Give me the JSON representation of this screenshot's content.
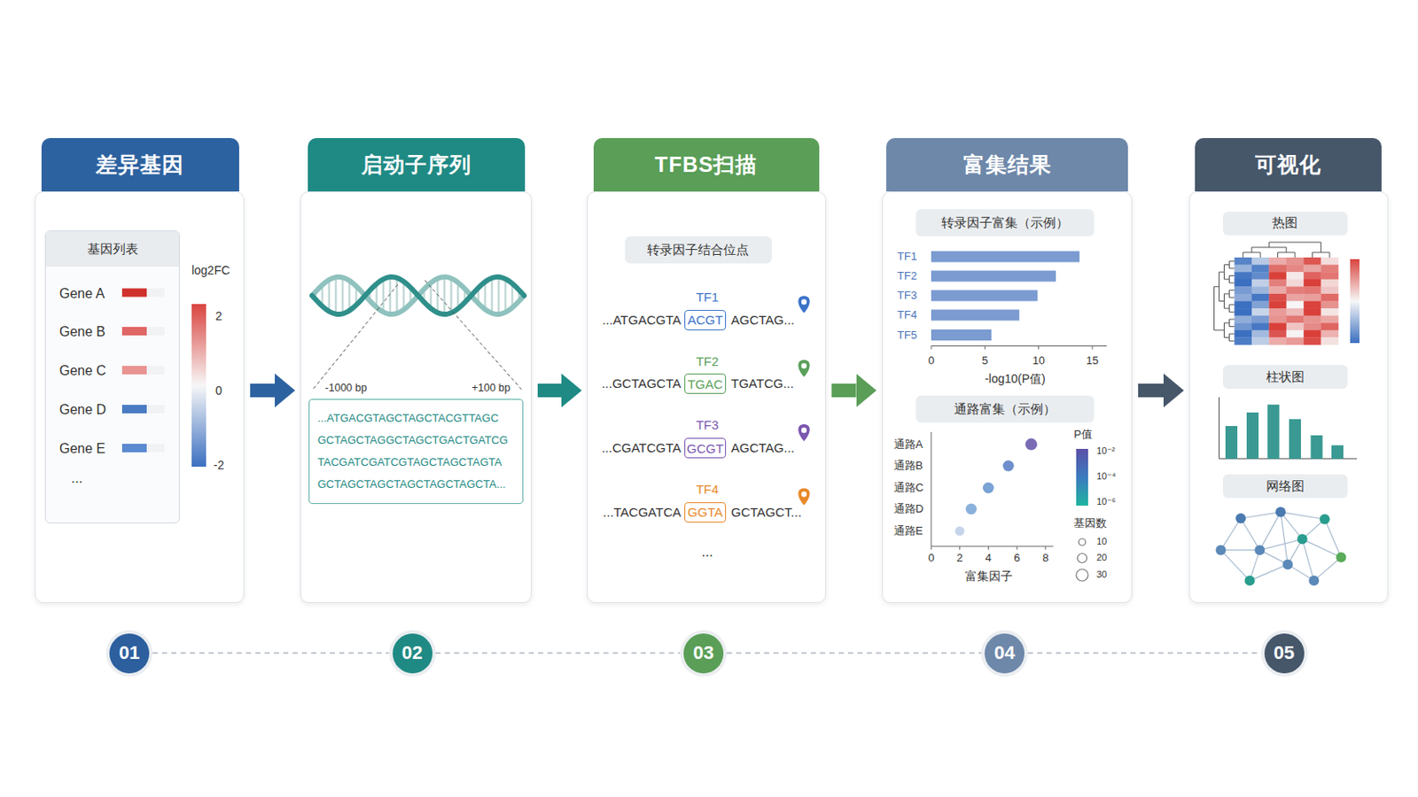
{
  "diagram": {
    "nodes": [
      {
        "text": [
          "差异基因"
        ]
      },
      {
        "text": [
          "基因列表",
          "Gene A",
          "Gene B",
          "Gene C",
          "Gene D",
          "Gene E",
          "..."
        ],
        "in": 0
      },
      {
        "text": [
          "启动子序列"
        ]
      },
      {
        "text": [
          "...ATGACGTAGCTAGCTACGTTAGC GCTAGCTAGGCTAGCTGACTGATCG TACGATCGATCGTAGCTAGCTAGTA GCTAGCTAGCTAGCTAGCTAGCTA..."
        ],
        "in": 2
      },
      {
        "text": [
          "TFBS扫描"
        ]
      },
      {
        "text": [
          "转录因子结合位点"
        ],
        "in": 4
      },
      {
        "text": [
          "ACGT"
        ],
        "in": 4
      },
      {
        "text": [
          "TGAC"
        ],
        "in": 4
      },
      {
        "text": [
          "GCGT"
        ],
        "in": 4
      },
      {
        "text": [
          "GGTA"
        ],
        "in": 4
      },
      {
        "text": [
          "富集结果"
        ]
      },
      {
        "text": [
          "转录因子富集（示例）"
        ],
        "in": 10
      },
      {
        "text": [
          "通路富集（示例）"
        ],
        "in": 10
      },
      {
        "text": [
          "可视化"
        ]
      },
      {
        "text": [
          "热图"
        ],
        "in": 13
      },
      {
        "text": [
          "柱状图"
        ],
        "in": 13
      },
      {
        "text": [
          "网络图"
        ],
        "in": 13
      },
      {
        "text": [
          "01"
        ]
      },
      {
        "text": [
          "02"
        ]
      },
      {
        "text": [
          "03"
        ]
      },
      {
        "text": [
          "04"
        ]
      },
      {
        "text": [
          "05"
        ]
      }
    ],
    "edges": [
      {
        "from": 0,
        "to": 2,
        "arrow": "to"
      },
      {
        "from": 2,
        "to": 4,
        "arrow": "to"
      },
      {
        "from": 4,
        "to": 10,
        "arrow": "to"
      },
      {
        "from": 10,
        "to": 13,
        "arrow": "to"
      },
      {
        "from": 17,
        "to": 18,
        "arrow": "none"
      },
      {
        "from": 18,
        "to": 19,
        "arrow": "none"
      },
      {
        "from": 19,
        "to": 20,
        "arrow": "none"
      },
      {
        "from": 20,
        "to": 21,
        "arrow": "none"
      }
    ],
    "labels": [
      "log2FC",
      "2",
      "0",
      "-2",
      "-1000 bp",
      "+100 bp",
      "TF1",
      "...ATGACGTA",
      "AGCTAG...",
      "TF2",
      "...GCTAGCTA",
      "TGATCG...",
      "TF3",
      "...CGATCGTA",
      "AGCTAG...",
      "TF4",
      "...TACGATCA",
      "GCTAGCT...",
      "...",
      "TF1",
      "TF2",
      "TF3",
      "TF4",
      "TF5",
      "0",
      "5",
      "10",
      "15",
      "-log10(P值)",
      "通路A",
      "通路B",
      "通路C",
      "通路D",
      "通路E",
      "0",
      "2",
      "4",
      "6",
      "8",
      "富集因子",
      "P值",
      "10⁻²",
      "10⁻⁴",
      "10⁻⁶",
      "基因数"
    ],
    "legend": [
      {
        "text": "10"
      },
      {
        "text": "20"
      },
      {
        "text": "30"
      }
    ]
  }
}
